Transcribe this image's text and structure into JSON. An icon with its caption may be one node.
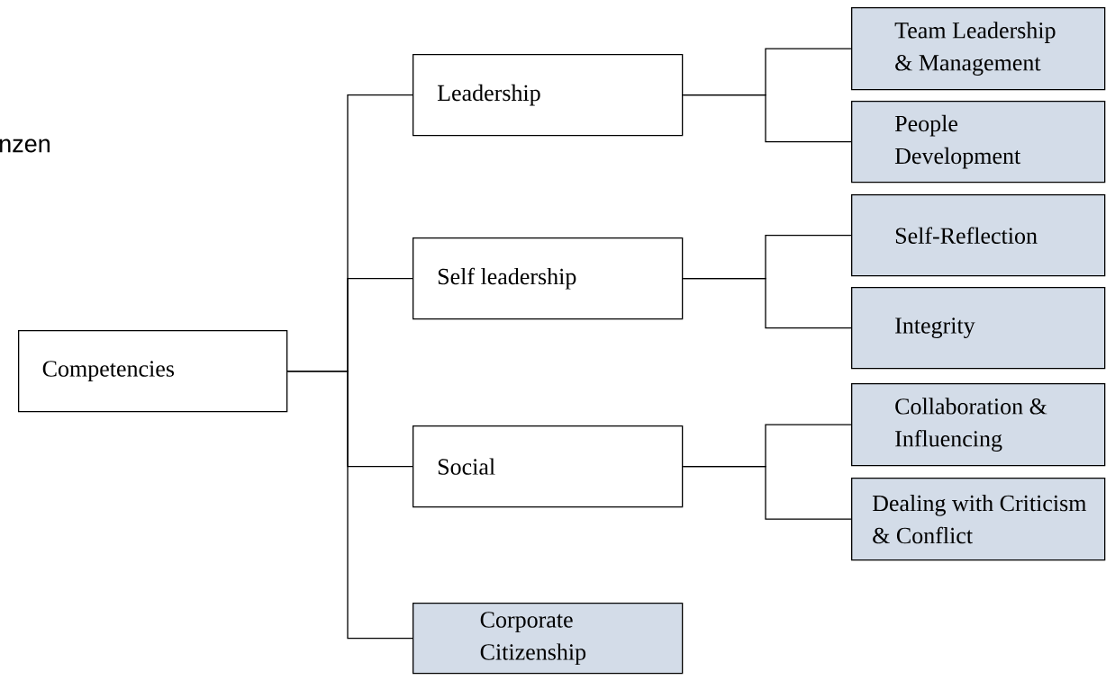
{
  "diagram": {
    "nodes": [
      {
        "text": [
          "Competencies"
        ]
      },
      {
        "text": [
          "Leadership"
        ]
      },
      {
        "text": [
          "Self leadership"
        ]
      },
      {
        "text": [
          "Social"
        ]
      },
      {
        "text": [
          "Corporate Citizenship"
        ]
      },
      {
        "text": [
          "Team Leadership & Management"
        ]
      },
      {
        "text": [
          "People Development"
        ]
      },
      {
        "text": [
          "Self-Reflection"
        ]
      },
      {
        "text": [
          "Integrity"
        ]
      },
      {
        "text": [
          "Collaboration & Influencing"
        ]
      },
      {
        "text": [
          "Dealing with Criticism & Conflict"
        ]
      }
    ],
    "edges": [
      {
        "from": 0,
        "to": 1,
        "arrow": "none"
      },
      {
        "from": 0,
        "to": 2,
        "arrow": "none"
      },
      {
        "from": 0,
        "to": 3,
        "arrow": "none"
      },
      {
        "from": 0,
        "to": 4,
        "arrow": "none"
      },
      {
        "from": 1,
        "to": 5,
        "arrow": "none"
      },
      {
        "from": 1,
        "to": 6,
        "arrow": "none"
      },
      {
        "from": 2,
        "to": 7,
        "arrow": "none"
      },
      {
        "from": 2,
        "to": 8,
        "arrow": "none"
      },
      {
        "from": 3,
        "to": 9,
        "arrow": "none"
      },
      {
        "from": 3,
        "to": 10,
        "arrow": "none"
      }
    ],
    "labels": [
      "nzen"
    ]
  }
}
